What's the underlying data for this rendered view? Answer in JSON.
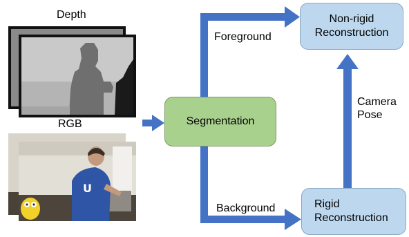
{
  "inputs": {
    "depth_label": "Depth",
    "rgb_label": "RGB"
  },
  "nodes": {
    "segmentation": "Segmentation",
    "nonrigid_line1": "Non-rigid",
    "nonrigid_line2": "Reconstruction",
    "rigid_line1": "Rigid",
    "rigid_line2": "Reconstruction"
  },
  "edges": {
    "foreground": "Foreground",
    "background": "Background",
    "camera_line1": "Camera",
    "camera_line2": "Pose"
  },
  "colors": {
    "arrow": "#4472c4",
    "segmentation_fill": "#a9d18e",
    "reconstruction_fill": "#bdd7ee"
  }
}
